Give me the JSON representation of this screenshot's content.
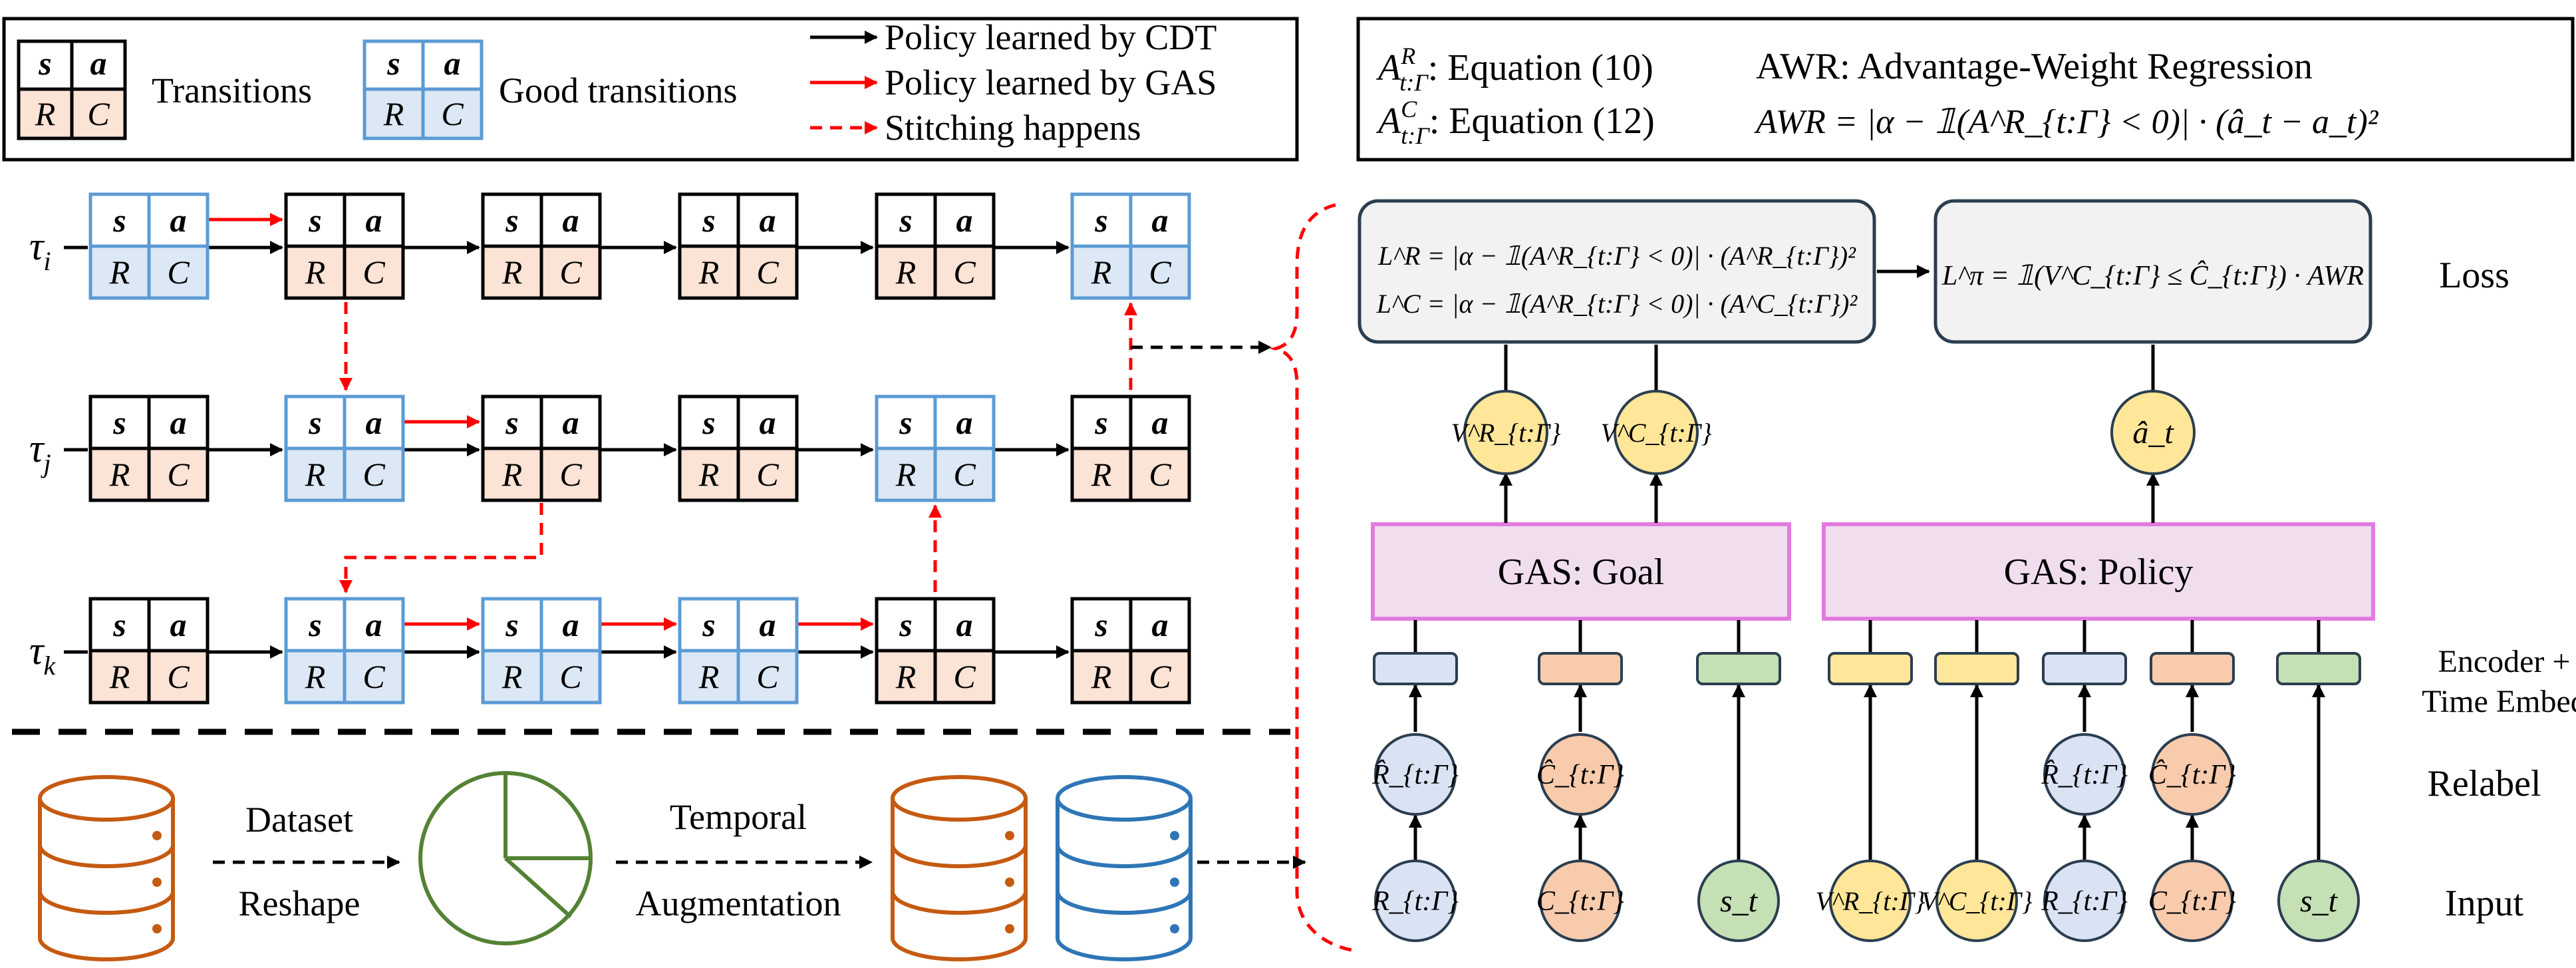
{
  "legend": {
    "cell_top": [
      "s",
      "a"
    ],
    "cell_bottom": [
      "R",
      "C"
    ],
    "transitions_label": "Transitions",
    "good_transitions_label": "Good transitions",
    "policy_cdt": "Policy learned by CDT",
    "policy_gas": "Policy learned by GAS",
    "stitching": "Stitching happens"
  },
  "equations": {
    "ar_lhs": "A",
    "ar_sup": "R",
    "ar_sub": "t:Γ",
    "ar_rhs": ": Equation (10)",
    "ac_lhs": "A",
    "ac_sup": "C",
    "ac_sub": "t:Γ",
    "ac_rhs": ": Equation (12)",
    "awr_def": "AWR: Advantage-Weight Regression",
    "awr_formula": "AWR = |α − 𝟙(A^R_{t:Γ} < 0)| · (â_t − a_t)²"
  },
  "trajectories": {
    "tau_symbol": "τ",
    "rows": [
      {
        "sub": "i",
        "good": [
          true,
          false,
          false,
          false,
          false,
          true
        ]
      },
      {
        "sub": "j",
        "good": [
          false,
          true,
          false,
          false,
          true,
          false
        ]
      },
      {
        "sub": "k",
        "good": [
          false,
          true,
          true,
          true,
          false,
          false
        ]
      }
    ]
  },
  "pipeline": {
    "dataset_line1": "Dataset",
    "dataset_line2": "Reshape",
    "temporal_line1": "Temporal",
    "temporal_line2": "Augmentation"
  },
  "model": {
    "loss_label": "Loss",
    "lr_formula": "L^R = |α − 𝟙(A^R_{t:Γ} < 0)| · (A^R_{t:Γ})²",
    "lc_formula": "L^C = |α − 𝟙(A^R_{t:Γ} < 0)| · (A^C_{t:Γ})²",
    "lpi_formula": "L^π = 𝟙(V^C_{t:Γ} ≤ Ĉ_{t:Γ}) · AWR",
    "goal_label": "GAS: Goal",
    "policy_label": "GAS: Policy",
    "encoder_line1": "Encoder +",
    "encoder_line2": "Time Embed",
    "relabel_label": "Relabel",
    "input_label": "Input",
    "vr_output": "V^R_{t:Γ}",
    "vc_output": "V^C_{t:Γ}",
    "a_output": "â_t",
    "goal_inputs": [
      "R_{t:Γ}",
      "C_{t:Γ}",
      "s_t"
    ],
    "goal_relabels": [
      "R̂_{t:Γ}",
      "Ĉ_{t:Γ}"
    ],
    "policy_inputs": [
      "V^R_{t:Γ}",
      "V^C_{t:Γ}",
      "R_{t:Γ}",
      "C_{t:Γ}",
      "s_t"
    ],
    "policy_relabels": [
      "R̂_{t:Γ}",
      "Ĉ_{t:Γ}"
    ]
  },
  "colors": {
    "good_border": "#5b9bd5",
    "good_fill": "#dce8f5",
    "bad_fill": "#fbe3d6",
    "gas_arrow": "#ff0000",
    "gas_block_fill": "#f0deef",
    "gas_block_border": "#e27ae0",
    "loss_fill": "#f2f2f2",
    "loss_border": "#2b3e50",
    "yellow": "#ffe699",
    "orange_node": "#f8cbad",
    "blue_node": "#dae3f3",
    "green_node": "#c5e0b4",
    "db_orange": "#c55a11",
    "db_blue": "#2e75b6",
    "pie_green": "#548235"
  }
}
